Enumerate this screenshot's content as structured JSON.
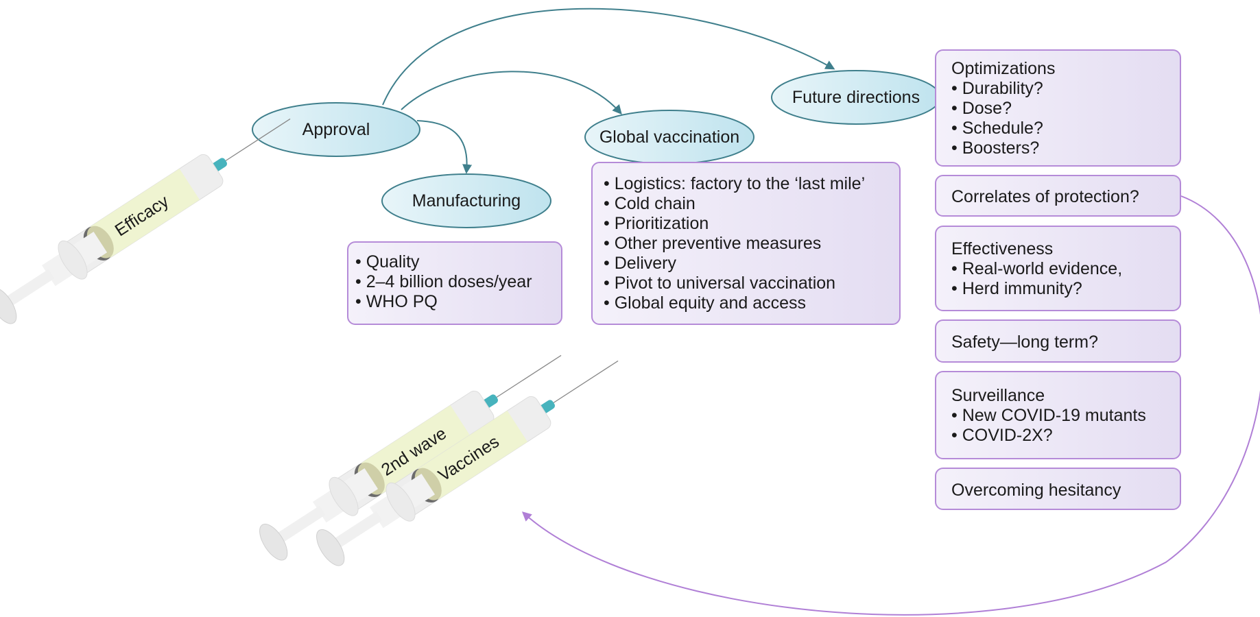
{
  "nodes": {
    "approval": "Approval",
    "manufacturing": "Manufacturing",
    "global_vaccination": "Global vaccination",
    "future_directions": "Future directions"
  },
  "manufacturing_box": {
    "items": [
      "Quality",
      "2–4 billion doses/year",
      "WHO PQ"
    ]
  },
  "global_vaccination_box": {
    "items": [
      "Logistics: factory to the ‘last mile’",
      "Cold chain",
      "Prioritization",
      "Other preventive measures",
      "Delivery",
      "Pivot to universal vaccination",
      "Global equity and access"
    ]
  },
  "future_boxes": {
    "optimizations": {
      "title": "Optimizations",
      "items": [
        "Durability?",
        "Dose?",
        "Schedule?",
        "Boosters?"
      ]
    },
    "correlates": "Correlates of protection?",
    "effectiveness": {
      "title": "Effectiveness",
      "items": [
        "Real-world evidence,",
        "Herd immunity?"
      ]
    },
    "safety": "Safety—long term?",
    "surveillance": {
      "title": "Surveillance",
      "items": [
        "New COVID-19 mutants",
        "COVID-2X?"
      ]
    },
    "hesitancy": "Overcoming hesitancy"
  },
  "syringes": {
    "efficacy": "Efficacy",
    "second_wave": "2nd wave",
    "vaccines": "Vaccines"
  },
  "colors": {
    "ellipse_fill": "#cfeaf2",
    "ellipse_stroke": "#3f7f8c",
    "teal_arrow": "#3f7f8c",
    "purple_arrow": "#b07fd6",
    "box_border": "#b58bd8",
    "box_fill": "#ebe5f5",
    "syringe_label": "#eef3cf",
    "needle_hub": "#47b3bd"
  }
}
